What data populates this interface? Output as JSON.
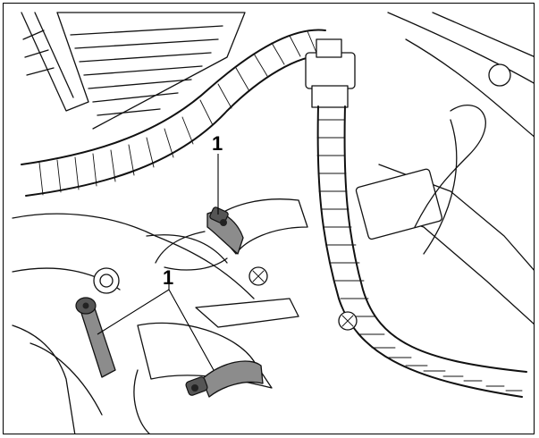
{
  "callouts": [
    {
      "id": "upper",
      "label": "1"
    },
    {
      "id": "lower",
      "label": "1"
    }
  ],
  "colors": {
    "clamp": "#8c8c8c",
    "line": "#111111",
    "background": "#ffffff"
  }
}
